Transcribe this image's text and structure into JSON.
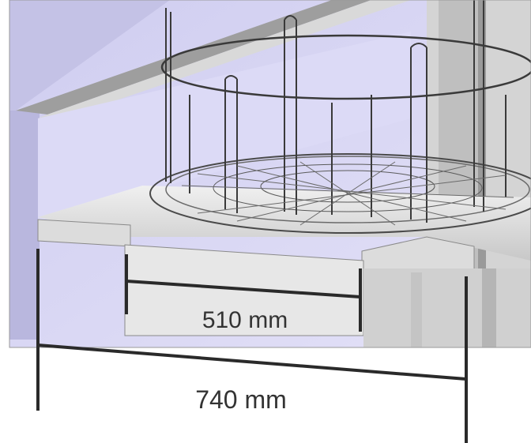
{
  "figure": {
    "dimensions": {
      "inner_width": {
        "label": "510 mm",
        "value": 510,
        "unit": "mm"
      },
      "outer_width": {
        "label": "740 mm",
        "value": 740,
        "unit": "mm"
      }
    },
    "colors": {
      "background": "#ffffff",
      "wall_lavender": "#d8d6f4",
      "wall_shadow": "#c2c0e8",
      "metal_light": "#e6e6e6",
      "metal_mid": "#bdbdbd",
      "dimension_line": "#2a2a2a",
      "wire_dark": "#3a3a3a"
    }
  }
}
